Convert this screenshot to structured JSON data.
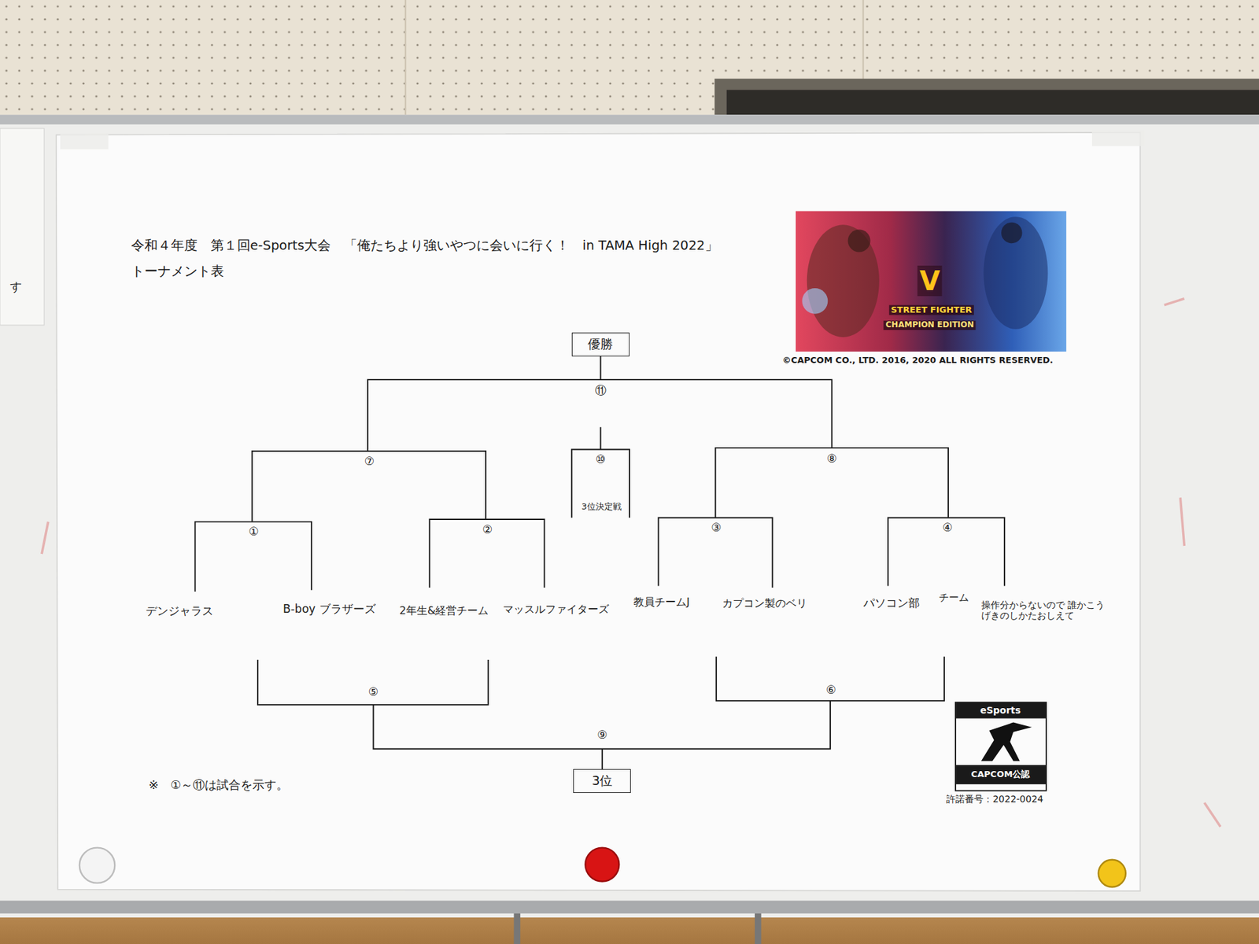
{
  "diagram": {
    "title": "令和４年度　第１回e-Sports大会　「俺たちより強いやつに会いに行く！　in TAMA High 2022」",
    "nodes": [
      {
        "text": [
          "優勝"
        ]
      },
      {
        "text": [
          "3位"
        ]
      }
    ],
    "labels": [
      "トーナメント表",
      "⑪",
      "⑦",
      "⑩",
      "3位決定戦",
      "⑧",
      "①",
      "②",
      "③",
      "④",
      "デンジャラス",
      "B-boy ブラザーズ",
      "2年生&経営チーム",
      "マッスルファイターズ",
      "教員チームJ",
      "カプコン製のベリ",
      "パソコン部",
      "チーム",
      "操作分からないので 誰かこうげきのしかたおしえて",
      "⑤",
      "⑥",
      "⑨",
      "※　①～⑪は試合を示す。",
      "STREET FIGHTER",
      "V",
      "CHAMPION EDITION",
      "©CAPCOM CO., LTD. 2016, 2020 ALL RIGHTS RESERVED.",
      "eSports",
      "CAPCOM公認",
      "許諾番号：2022-0024",
      "す"
    ]
  }
}
